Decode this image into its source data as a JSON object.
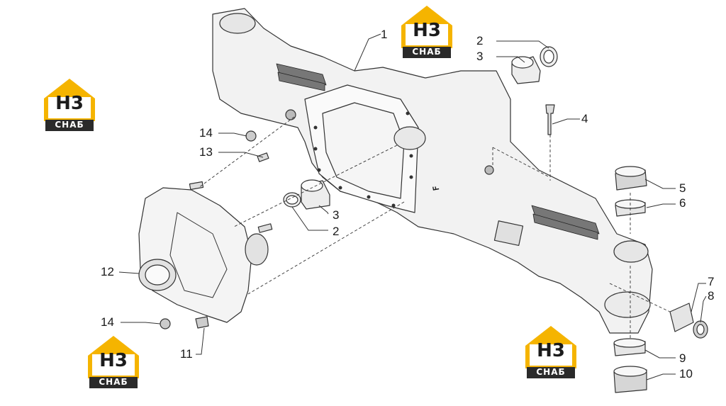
{
  "diagram": {
    "callouts": [
      {
        "id": "c1",
        "text": "1"
      },
      {
        "id": "c2a",
        "text": "2"
      },
      {
        "id": "c3a",
        "text": "3"
      },
      {
        "id": "c4",
        "text": "4"
      },
      {
        "id": "c5",
        "text": "5"
      },
      {
        "id": "c6",
        "text": "6"
      },
      {
        "id": "c7",
        "text": "7"
      },
      {
        "id": "c8",
        "text": "8"
      },
      {
        "id": "c9",
        "text": "9"
      },
      {
        "id": "c10",
        "text": "10"
      },
      {
        "id": "c11",
        "text": "11"
      },
      {
        "id": "c12",
        "text": "12"
      },
      {
        "id": "c13",
        "text": "13"
      },
      {
        "id": "c14a",
        "text": "14"
      },
      {
        "id": "c14b",
        "text": "14"
      },
      {
        "id": "c3b",
        "text": "3"
      },
      {
        "id": "c2b",
        "text": "2"
      }
    ],
    "housing_stamp": "Ⅎ"
  },
  "watermark": {
    "mark": "H3",
    "text": "СНАБ",
    "colors": {
      "roof": "#f5b400",
      "box": "#2a2a2a",
      "text": "#ffffff"
    }
  }
}
